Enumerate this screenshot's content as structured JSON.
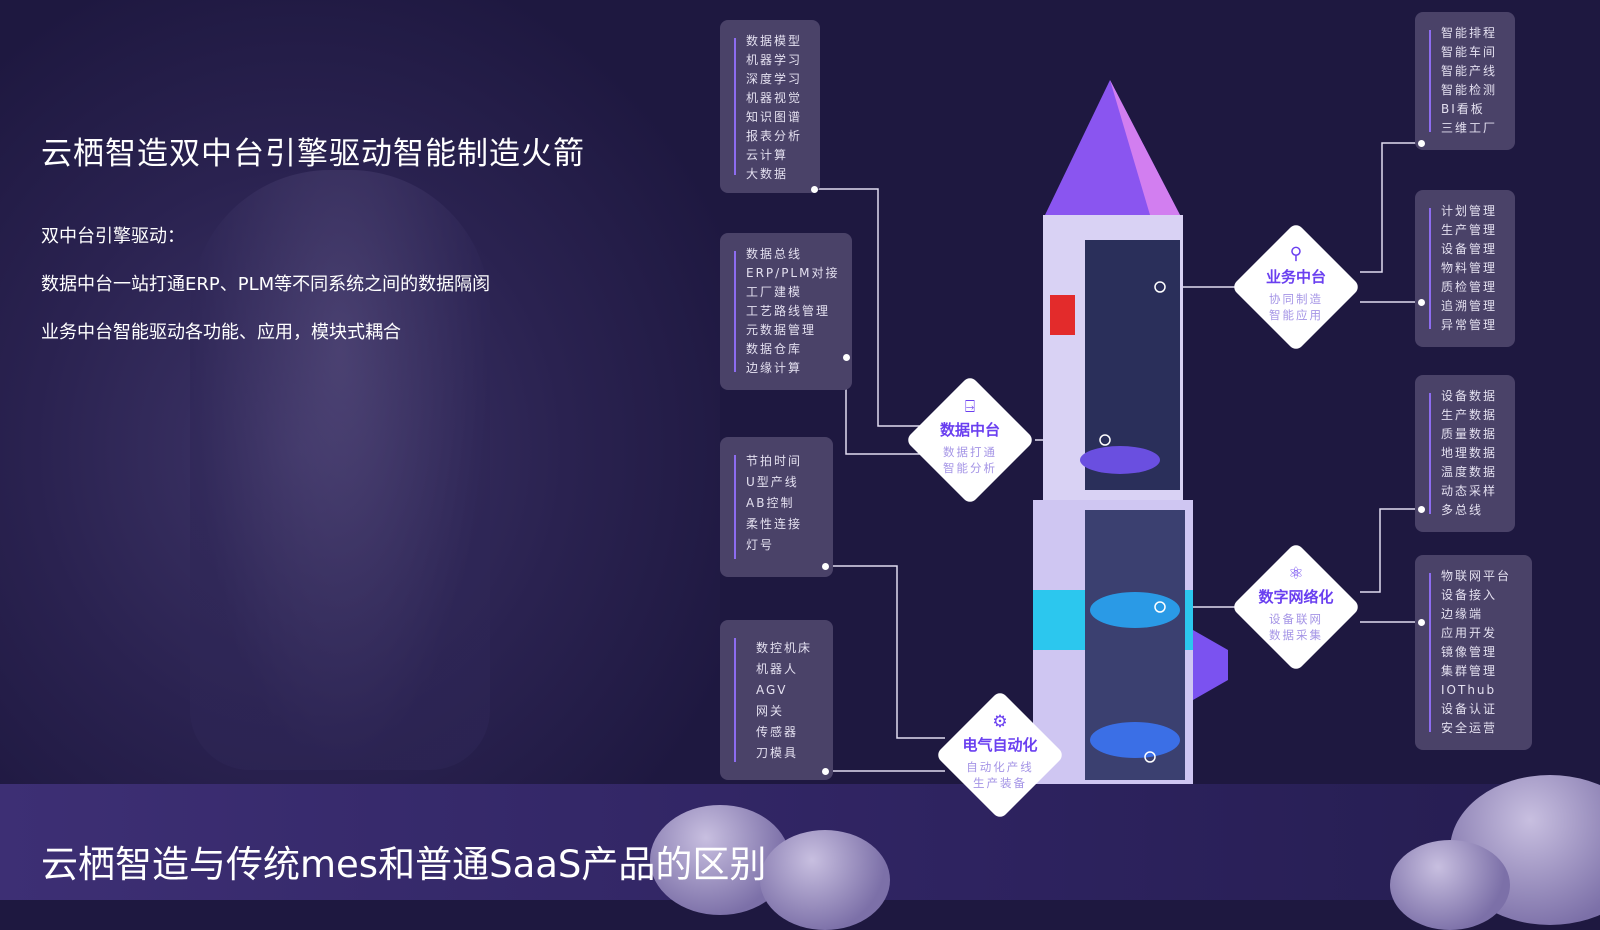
{
  "title": "云栖智造双中台引擎驱动智能制造火箭",
  "subtitle": [
    "双中台引擎驱动：",
    "数据中台一站打通ERP、PLM等不同系统之间的数据隔阂",
    "业务中台智能驱动各功能、应用，模块式耦合"
  ],
  "bottom_title": "云栖智造与传统mes和普通SaaS产品的区别",
  "left_boxes": [
    [
      "数据模型",
      "机器学习",
      "深度学习",
      "机器视觉",
      "知识图谱",
      "报表分析",
      "云计算",
      "大数据"
    ],
    [
      "数据总线",
      "ERP/PLM对接",
      "工厂建模",
      "工艺路线管理",
      "元数据管理",
      "数据仓库",
      "边缘计算"
    ],
    [
      "节拍时间",
      "U型产线",
      "AB控制",
      "柔性连接",
      "灯号"
    ],
    [
      "数控机床",
      "机器人",
      "AGV",
      "网关",
      "传感器",
      "刀模具"
    ]
  ],
  "right_boxes": [
    [
      "智能排程",
      "智能车间",
      "智能产线",
      "智能检测",
      "BI看板",
      "三维工厂"
    ],
    [
      "计划管理",
      "生产管理",
      "设备管理",
      "物料管理",
      "质检管理",
      "追溯管理",
      "异常管理"
    ],
    [
      "设备数据",
      "生产数据",
      "质量数据",
      "地理数据",
      "温度数据",
      "动态采样",
      "多总线"
    ],
    [
      "物联网平台",
      "设备接入",
      "边缘端",
      "应用开发",
      "镜像管理",
      "集群管理",
      "IOThub",
      "设备认证",
      "安全运营"
    ]
  ],
  "diamonds": [
    {
      "icon": "monitor-icon",
      "glyph": "⍈",
      "title": "数据中台",
      "lines": [
        "数据打通",
        "智能分析"
      ]
    },
    {
      "icon": "network-node-icon",
      "glyph": "⚲",
      "title": "业务中台",
      "lines": [
        "协同制造",
        "智能应用"
      ]
    },
    {
      "icon": "orbit-icon",
      "glyph": "⚛",
      "title": "数字网络化",
      "lines": [
        "设备联网",
        "数据采集"
      ]
    },
    {
      "icon": "gears-icon",
      "glyph": "⚙",
      "title": "电气自动化",
      "lines": [
        "自动化产线",
        "生产装备"
      ]
    }
  ],
  "colors": {
    "accent": "#6a3ff0",
    "bg": "#1e1840"
  }
}
